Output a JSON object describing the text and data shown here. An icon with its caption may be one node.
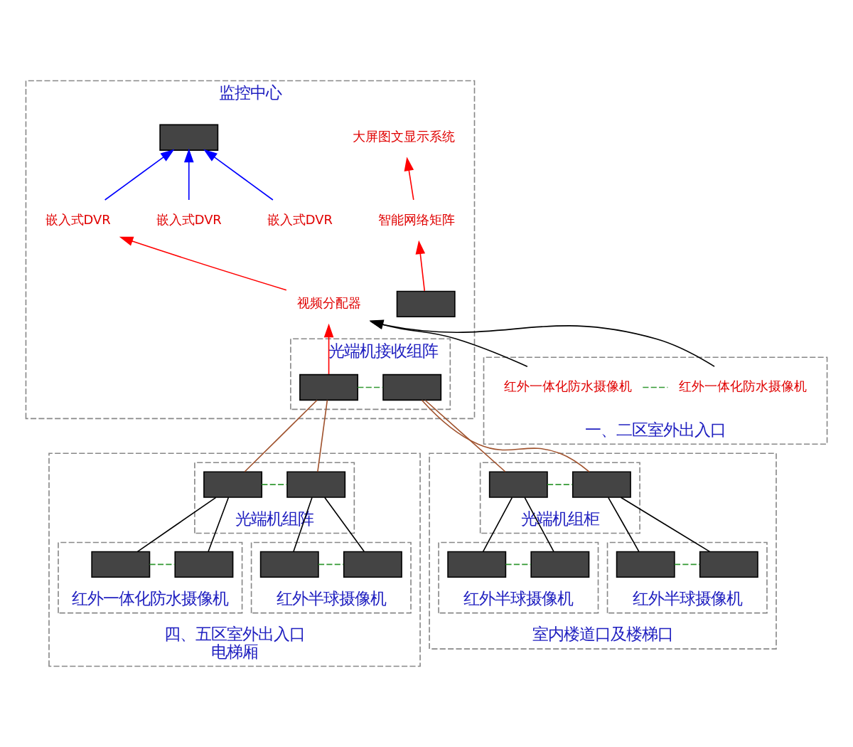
{
  "diagram": {
    "nodes": [
      {
        "text": [
          "监控中心"
        ]
      },
      {
        "text": [
          "大屏图文显示系统"
        ],
        "in": 0
      },
      {
        "text": [
          "智能网络矩阵"
        ],
        "in": 0
      },
      {
        "text": [],
        "shape": "box",
        "in": 0
      },
      {
        "text": [
          "视频分配器"
        ],
        "in": 0
      },
      {
        "text": [
          "嵌入式DVR"
        ],
        "in": 0
      },
      {
        "text": [
          "嵌入式DVR"
        ],
        "in": 0
      },
      {
        "text": [
          "嵌入式DVR"
        ],
        "in": 0
      },
      {
        "text": [],
        "shape": "box",
        "in": 0
      },
      {
        "text": [
          "光端机接收组阵"
        ],
        "in": 0
      },
      {
        "text": [],
        "shape": "box",
        "in": 9
      },
      {
        "text": [],
        "shape": "box",
        "in": 9
      },
      {
        "text": [
          "四、五区室外出入口",
          "电梯厢"
        ]
      },
      {
        "text": [
          "光端机组阵"
        ],
        "in": 12
      },
      {
        "text": [],
        "shape": "box",
        "in": 13
      },
      {
        "text": [],
        "shape": "box",
        "in": 13
      },
      {
        "text": [
          "红外一体化防水摄像机"
        ],
        "in": 12
      },
      {
        "text": [],
        "shape": "box",
        "in": 16
      },
      {
        "text": [],
        "shape": "box",
        "in": 16
      },
      {
        "text": [
          "红外半球摄像机"
        ],
        "in": 12
      },
      {
        "text": [],
        "shape": "box",
        "in": 19
      },
      {
        "text": [],
        "shape": "box",
        "in": 19
      },
      {
        "text": [
          "室内楼道口及楼梯口"
        ]
      },
      {
        "text": [
          "光端机组柜"
        ],
        "in": 22
      },
      {
        "text": [],
        "shape": "box",
        "in": 23
      },
      {
        "text": [],
        "shape": "box",
        "in": 23
      },
      {
        "text": [
          "红外半球摄像机"
        ],
        "in": 22
      },
      {
        "text": [],
        "shape": "box",
        "in": 26
      },
      {
        "text": [],
        "shape": "box",
        "in": 26
      },
      {
        "text": [
          "红外半球摄像机"
        ],
        "in": 22
      },
      {
        "text": [],
        "shape": "box",
        "in": 29
      },
      {
        "text": [],
        "shape": "box",
        "in": 29
      },
      {
        "text": [
          "一、二区室外出入口"
        ]
      },
      {
        "text": [
          "红外一体化防水摄像机"
        ],
        "in": 32
      },
      {
        "text": [
          "红外一体化防水摄像机"
        ],
        "in": 32
      }
    ],
    "edges": [
      {
        "from": 2,
        "to": 1,
        "arrow": "to",
        "color": "#ff0000"
      },
      {
        "from": 3,
        "to": 2,
        "arrow": "to",
        "color": "#ff0000"
      },
      {
        "from": 4,
        "to": 5,
        "arrow": "to",
        "color": "#ff0000"
      },
      {
        "from": 5,
        "to": 8,
        "arrow": "to",
        "color": "#0000ff"
      },
      {
        "from": 6,
        "to": 8,
        "arrow": "to",
        "color": "#0000ff"
      },
      {
        "from": 7,
        "to": 8,
        "arrow": "to",
        "color": "#0000ff"
      },
      {
        "from": 10,
        "to": 4,
        "arrow": "to",
        "color": "#ff0000"
      },
      {
        "from": 10,
        "to": 11,
        "arrow": "none",
        "style": "dashed",
        "color": "#339933"
      },
      {
        "from": 14,
        "to": 10,
        "arrow": "none",
        "color": "#a0522d"
      },
      {
        "from": 15,
        "to": 10,
        "arrow": "none",
        "color": "#a0522d"
      },
      {
        "from": 24,
        "to": 11,
        "arrow": "none",
        "color": "#a0522d"
      },
      {
        "from": 25,
        "to": 11,
        "arrow": "none",
        "color": "#a0522d"
      },
      {
        "from": 14,
        "to": 15,
        "arrow": "none",
        "style": "dashed",
        "color": "#339933"
      },
      {
        "from": 24,
        "to": 25,
        "arrow": "none",
        "style": "dashed",
        "color": "#339933"
      },
      {
        "from": 17,
        "to": 14,
        "arrow": "none"
      },
      {
        "from": 18,
        "to": 14,
        "arrow": "none"
      },
      {
        "from": 20,
        "to": 15,
        "arrow": "none"
      },
      {
        "from": 21,
        "to": 15,
        "arrow": "none"
      },
      {
        "from": 27,
        "to": 24,
        "arrow": "none"
      },
      {
        "from": 28,
        "to": 24,
        "arrow": "none"
      },
      {
        "from": 30,
        "to": 25,
        "arrow": "none"
      },
      {
        "from": 31,
        "to": 25,
        "arrow": "none"
      },
      {
        "from": 17,
        "to": 18,
        "arrow": "none",
        "style": "dashed",
        "color": "#339933"
      },
      {
        "from": 20,
        "to": 21,
        "arrow": "none",
        "style": "dashed",
        "color": "#339933"
      },
      {
        "from": 27,
        "to": 28,
        "arrow": "none",
        "style": "dashed",
        "color": "#339933"
      },
      {
        "from": 30,
        "to": 31,
        "arrow": "none",
        "style": "dashed",
        "color": "#339933"
      },
      {
        "from": 33,
        "to": 4,
        "arrow": "to"
      },
      {
        "from": 34,
        "to": 4,
        "arrow": "to"
      },
      {
        "from": 33,
        "to": 34,
        "arrow": "none",
        "style": "dashed",
        "color": "#339933"
      }
    ]
  }
}
